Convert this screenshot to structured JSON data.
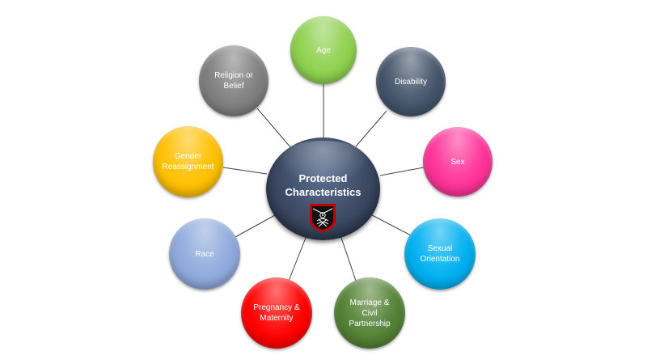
{
  "center": {
    "title": "Protected\nCharacteristics",
    "color": "#3c4a63",
    "logo_icon": "school-crest-icon"
  },
  "nodes": [
    {
      "id": "age",
      "label": "Age",
      "color": "#8fd14f"
    },
    {
      "id": "disability",
      "label": "Disability",
      "color": "#44546a"
    },
    {
      "id": "sex",
      "label": "Sex",
      "color": "#ff3399"
    },
    {
      "id": "sexual-orientation",
      "label": "Sexual\nOrientation",
      "color": "#00b0f0"
    },
    {
      "id": "marriage",
      "label": "Marriage &\nCivil\nPartnership",
      "color": "#548235"
    },
    {
      "id": "pregnancy",
      "label": "Pregnancy &\nMaternity",
      "color": "#ff0000"
    },
    {
      "id": "race",
      "label": "Race",
      "color": "#8faadc"
    },
    {
      "id": "gender-reassignment",
      "label": "Gender\nReassignment",
      "color": "#ffc000"
    },
    {
      "id": "religion",
      "label": "Religion or\nBelief",
      "color": "#7f7f7f"
    }
  ]
}
